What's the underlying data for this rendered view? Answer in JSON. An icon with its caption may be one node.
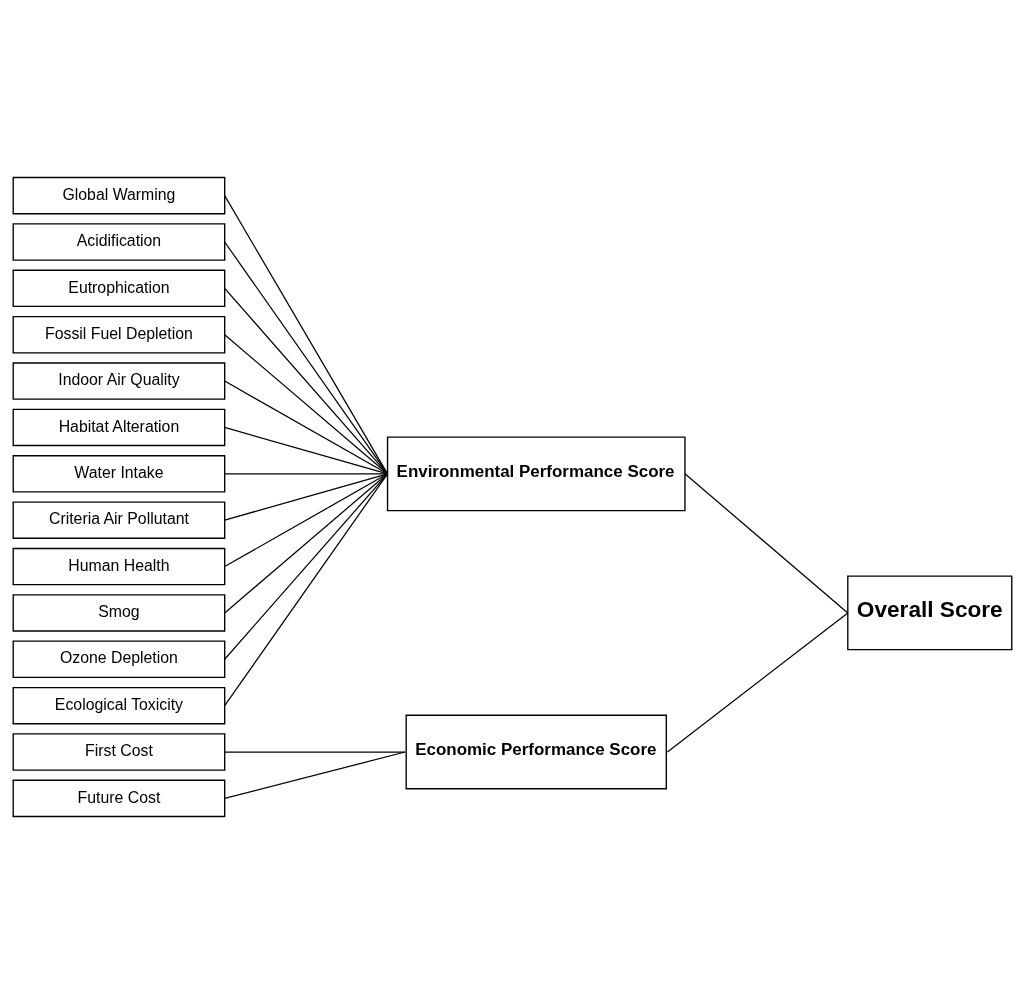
{
  "diagram": {
    "nodes": [
      {
        "text": [
          "Global Warming"
        ]
      },
      {
        "text": [
          "Acidification"
        ]
      },
      {
        "text": [
          "Eutrophication"
        ]
      },
      {
        "text": [
          "Fossil Fuel Depletion"
        ]
      },
      {
        "text": [
          "Indoor Air Quality"
        ]
      },
      {
        "text": [
          "Habitat Alteration"
        ]
      },
      {
        "text": [
          "Water Intake"
        ]
      },
      {
        "text": [
          "Criteria Air Pollutant"
        ]
      },
      {
        "text": [
          "Human Health"
        ]
      },
      {
        "text": [
          "Smog"
        ]
      },
      {
        "text": [
          "Ozone Depletion"
        ]
      },
      {
        "text": [
          "Ecological Toxicity"
        ]
      },
      {
        "text": [
          "First Cost"
        ]
      },
      {
        "text": [
          "Future Cost"
        ]
      },
      {
        "text": [
          "Environmental Performance Score"
        ]
      },
      {
        "text": [
          "Economic Performance Score"
        ]
      },
      {
        "text": [
          "Overall Score"
        ]
      }
    ],
    "edges": [
      {
        "from": 0,
        "to": 14,
        "arrow": "none"
      },
      {
        "from": 1,
        "to": 14,
        "arrow": "none"
      },
      {
        "from": 2,
        "to": 14,
        "arrow": "none"
      },
      {
        "from": 3,
        "to": 14,
        "arrow": "none"
      },
      {
        "from": 4,
        "to": 14,
        "arrow": "none"
      },
      {
        "from": 5,
        "to": 14,
        "arrow": "none"
      },
      {
        "from": 6,
        "to": 14,
        "arrow": "none"
      },
      {
        "from": 7,
        "to": 14,
        "arrow": "none"
      },
      {
        "from": 8,
        "to": 14,
        "arrow": "none"
      },
      {
        "from": 9,
        "to": 14,
        "arrow": "none"
      },
      {
        "from": 10,
        "to": 14,
        "arrow": "none"
      },
      {
        "from": 11,
        "to": 14,
        "arrow": "none"
      },
      {
        "from": 12,
        "to": 15,
        "arrow": "none"
      },
      {
        "from": 13,
        "to": 15,
        "arrow": "none"
      },
      {
        "from": 14,
        "to": 16,
        "arrow": "none"
      },
      {
        "from": 15,
        "to": 16,
        "arrow": "none"
      }
    ]
  }
}
